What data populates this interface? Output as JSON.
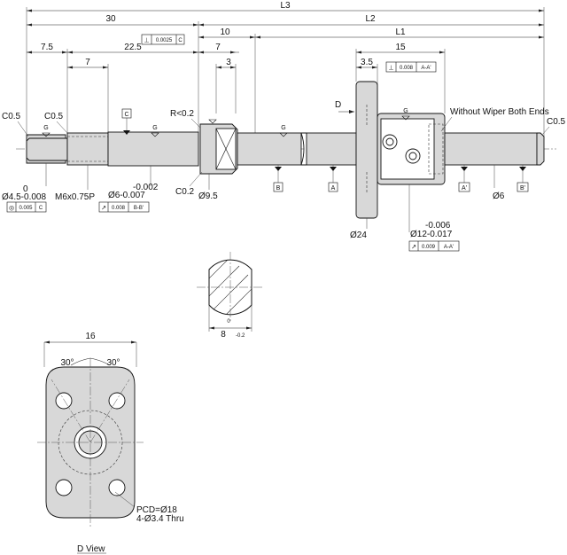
{
  "overall": {
    "l3": "L3",
    "l2": "L2",
    "l1": "L1"
  },
  "dimensions": {
    "d30": "30",
    "d10": "10",
    "d7_5": "7.5",
    "d22_5": "22.5",
    "d7a": "7",
    "d3": "3",
    "d7b": "7",
    "d15": "15",
    "d3_5": "3.5",
    "d16": "16",
    "ang30a": "30°",
    "ang30b": "30°"
  },
  "notes": {
    "c05_left": "C0.5",
    "c05_shaft": "C0.5",
    "c05_right": "C0.5",
    "r02": "R<0.2",
    "c02": "C0.2",
    "wiper": "Without Wiper Both Ends",
    "d_view": "D View",
    "d_arrow": "D",
    "pcd": "PCD=Ø18",
    "holes": "4-Ø3.4 Thru"
  },
  "diameters": {
    "d45_tol": "0",
    "d45": "Ø4.5-0.008",
    "thread": "M6x0.75P",
    "d6_tol": "-0.002",
    "d6": "Ø6-0.007",
    "d95": "Ø9.5",
    "d24": "Ø24",
    "d12_tol": "-0.006",
    "d12": "Ø12-0.017",
    "d6_shaft": "Ø6",
    "section_dim": "8",
    "section_tol_upper": "0",
    "section_tol_lower": "-0.2"
  },
  "fcf": {
    "perp_top": {
      "sym": "⊥",
      "val": "0.0025",
      "ref": "C"
    },
    "perp_nut": {
      "sym": "⊥",
      "val": "0.008",
      "ref": "A-A'"
    },
    "conc": {
      "sym": "◎",
      "val": "0.005",
      "ref": "C"
    },
    "runout_left": {
      "sym": "↗",
      "val": "0.008",
      "ref": "B-B'"
    },
    "runout_nut": {
      "sym": "↗",
      "val": "0.009",
      "ref": "A-A'"
    }
  },
  "datums": {
    "c": "C",
    "b1": "B",
    "a1": "A",
    "a2": "A'",
    "b2": "B'"
  },
  "finish": {
    "g": "G"
  }
}
